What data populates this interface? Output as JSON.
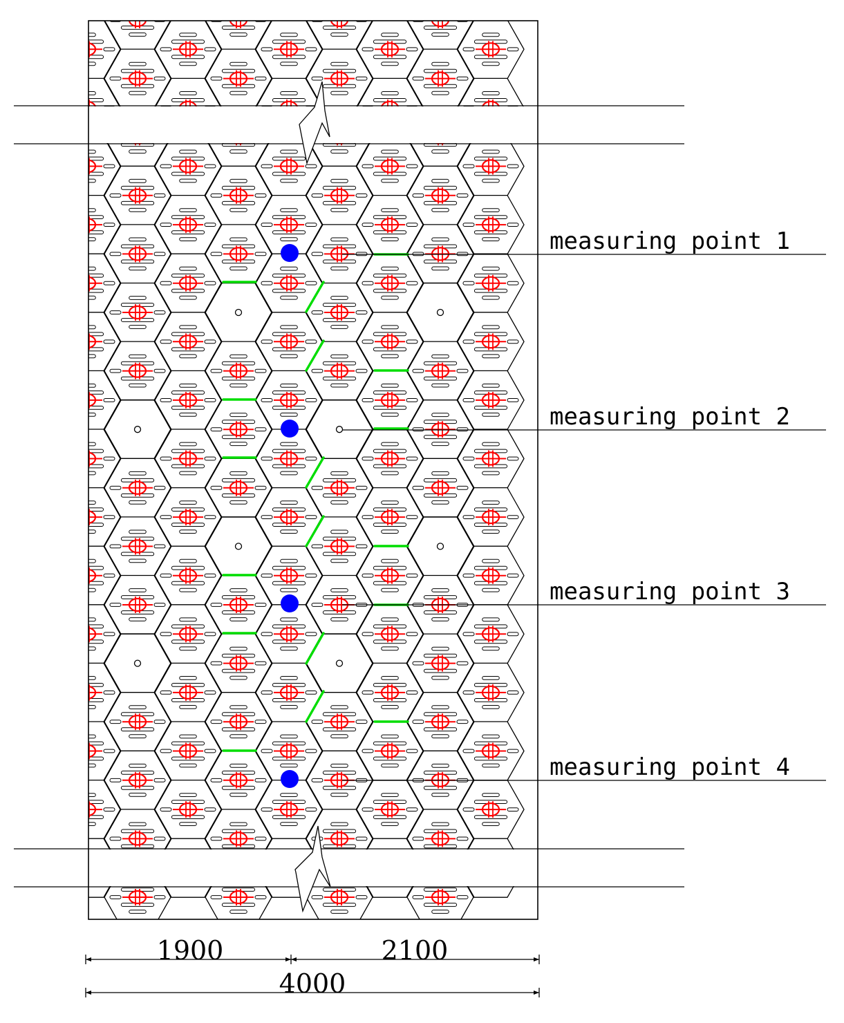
{
  "measuring_points": [
    {
      "label": "measuring point 1"
    },
    {
      "label": "measuring point 2"
    },
    {
      "label": "measuring point 3"
    },
    {
      "label": "measuring point 4"
    }
  ],
  "dimensions": {
    "left": "1900",
    "right": "2100",
    "total": "4000"
  },
  "colors": {
    "line": "#000000",
    "symbol": "#ff0000",
    "measuring_point": "#0000ff",
    "highlight": "#00dd00",
    "background": "#ffffff"
  }
}
